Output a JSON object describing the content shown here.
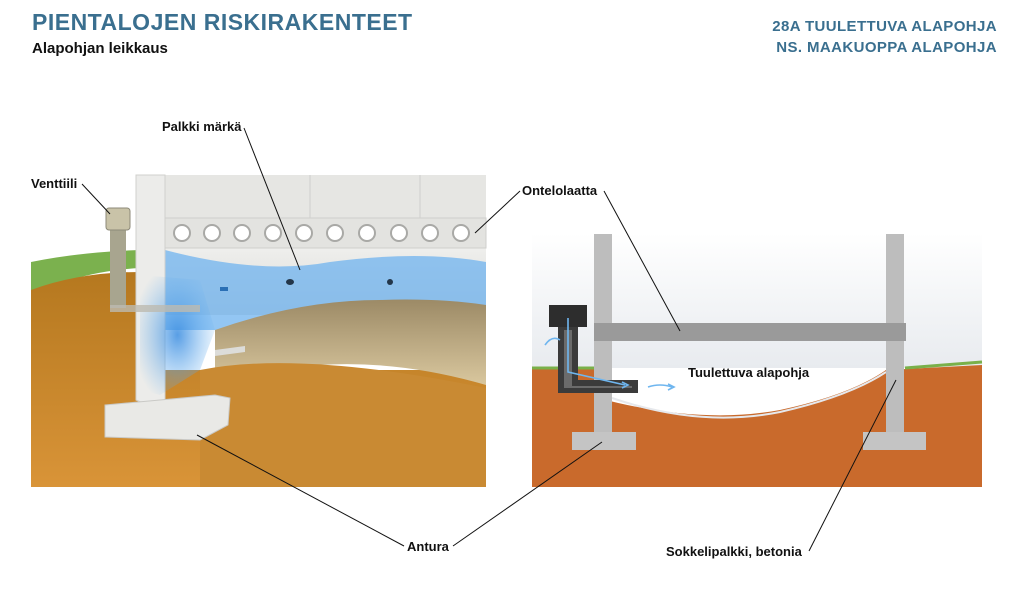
{
  "header": {
    "title": "PIENTALOJEN RISKIRAKENTEET",
    "subtitle": "Alapohjan leikkaus",
    "code_line1": "28A  TUULETTUVA ALAPOHJA",
    "code_line2": "NS. MAAKUOPPA ALAPOHJA"
  },
  "labels": {
    "palkki_marka": "Palkki märkä",
    "venttiili": "Venttiili",
    "ontelolaatta": "Ontelolaatta",
    "tuulettuva_alapohja": "Tuulettuva alapohja",
    "antura": "Antura",
    "sokkelipalkki": "Sokkelipalkki, betonia"
  },
  "colors": {
    "heading": "#3a6f8f",
    "soil": "#c96a2c",
    "concrete": "#c9c9c9",
    "moisture": "#5fa8e8",
    "grass": "#79b04a"
  }
}
